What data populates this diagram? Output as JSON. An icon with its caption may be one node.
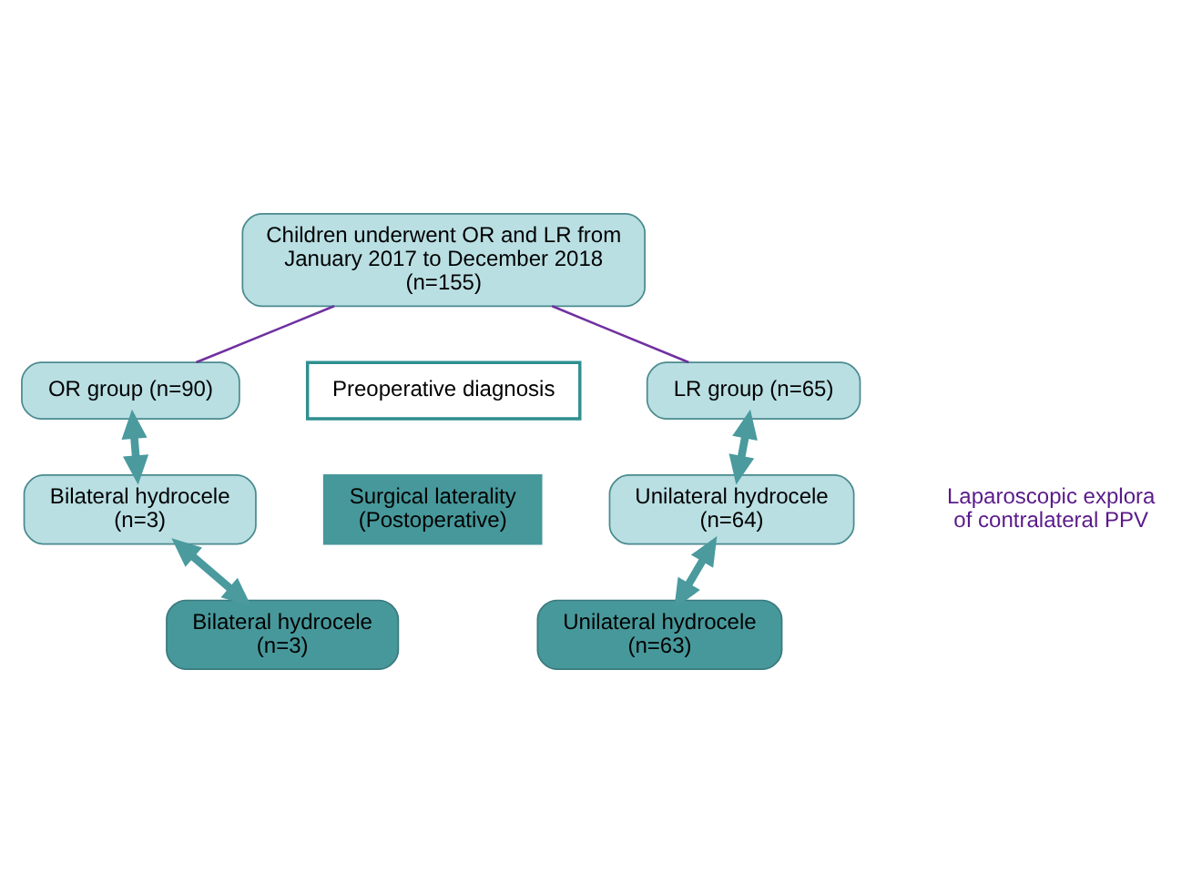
{
  "diagram": {
    "nodes": [
      {
        "text": [
          "Children underwent OR and LR from January 2017 to December 2018 (n=155)"
        ]
      },
      {
        "text": [
          "OR group (n=90)"
        ]
      },
      {
        "text": [
          "Preoperative diagnosis"
        ]
      },
      {
        "text": [
          "LR group (n=65)"
        ]
      },
      {
        "text": [
          "Bilateral hydrocele (n=3)"
        ]
      },
      {
        "text": [
          "Unilateral hydrocele (n=64)"
        ]
      },
      {
        "text": [
          "Surgical laterality (Postoperative)"
        ]
      },
      {
        "text": [
          "Bilateral hydrocele (n=3)"
        ]
      },
      {
        "text": [
          "Unilateral hydrocele (n=63)"
        ]
      }
    ],
    "edges": [
      {
        "from": 0,
        "to": 1,
        "arrow": "none",
        "color": "#7030a0"
      },
      {
        "from": 0,
        "to": 3,
        "arrow": "none",
        "color": "#7030a0"
      },
      {
        "from": 1,
        "to": 4,
        "arrow": "both"
      },
      {
        "from": 3,
        "to": 5,
        "arrow": "both"
      },
      {
        "from": 4,
        "to": 7,
        "arrow": "both"
      },
      {
        "from": 5,
        "to": 8,
        "arrow": "both"
      }
    ],
    "labels": [
      "Laparoscopic explora of contralateral PPV"
    ]
  }
}
